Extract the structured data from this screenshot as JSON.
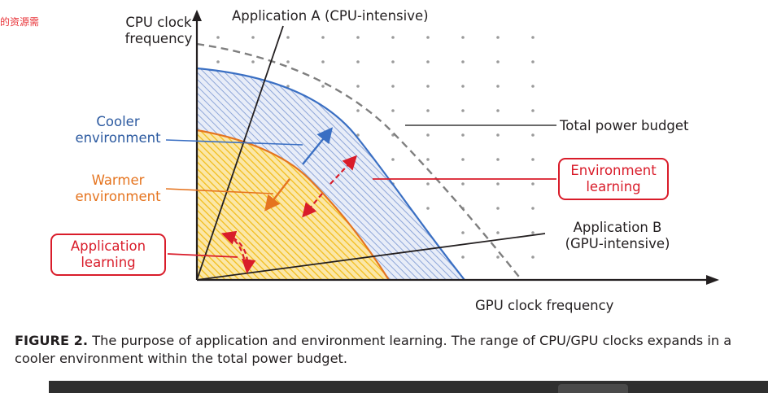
{
  "watermark": "的资源需",
  "axes": {
    "y_label_line1": "CPU clock",
    "y_label_line2": "frequency",
    "x_label": "GPU clock frequency"
  },
  "labels": {
    "app_a": "Application A (CPU-intensive)",
    "app_b_line1": "Application B",
    "app_b_line2": "(GPU-intensive)",
    "total_power": "Total power budget",
    "cooler_line1": "Cooler",
    "cooler_line2": "environment",
    "warmer_line1": "Warmer",
    "warmer_line2": "environment",
    "env_learning_line1": "Environment",
    "env_learning_line2": "learning",
    "app_learning_line1": "Application",
    "app_learning_line2": "learning"
  },
  "caption": {
    "figure_label": "FIGURE 2.",
    "text": " The purpose of application and environment learning. The range of CPU/GPU clocks expands in a cooler environment within the total power budget."
  },
  "colors": {
    "blue": "#3a6fc3",
    "orange": "#e5741f",
    "red": "#d91c2a",
    "gray_dashed": "#7f7f7f",
    "yellow_fill": "#f2bd1c"
  }
}
